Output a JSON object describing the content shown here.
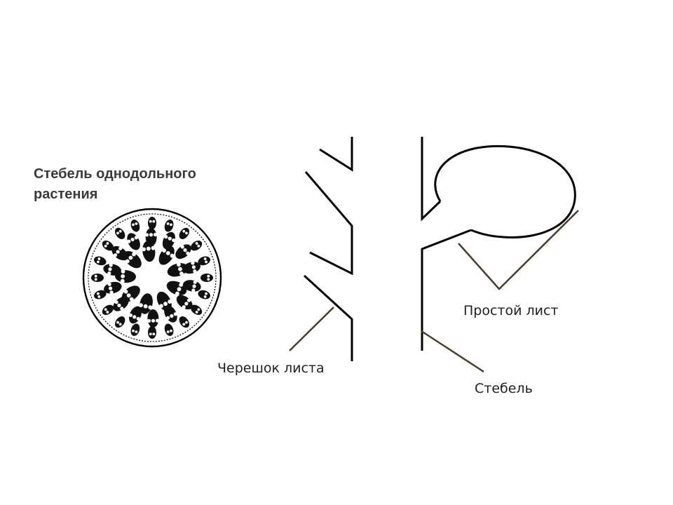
{
  "title": "Стебель однодольного растения",
  "labels": {
    "petiole": "Черешок листа",
    "simple_leaf": "Простой лист",
    "stem": "Стебель"
  },
  "colors": {
    "title_text": "#3a3a3a",
    "outline": "#000000",
    "leader_line": "#4a3c28",
    "label_text": "#1f1f1f"
  }
}
